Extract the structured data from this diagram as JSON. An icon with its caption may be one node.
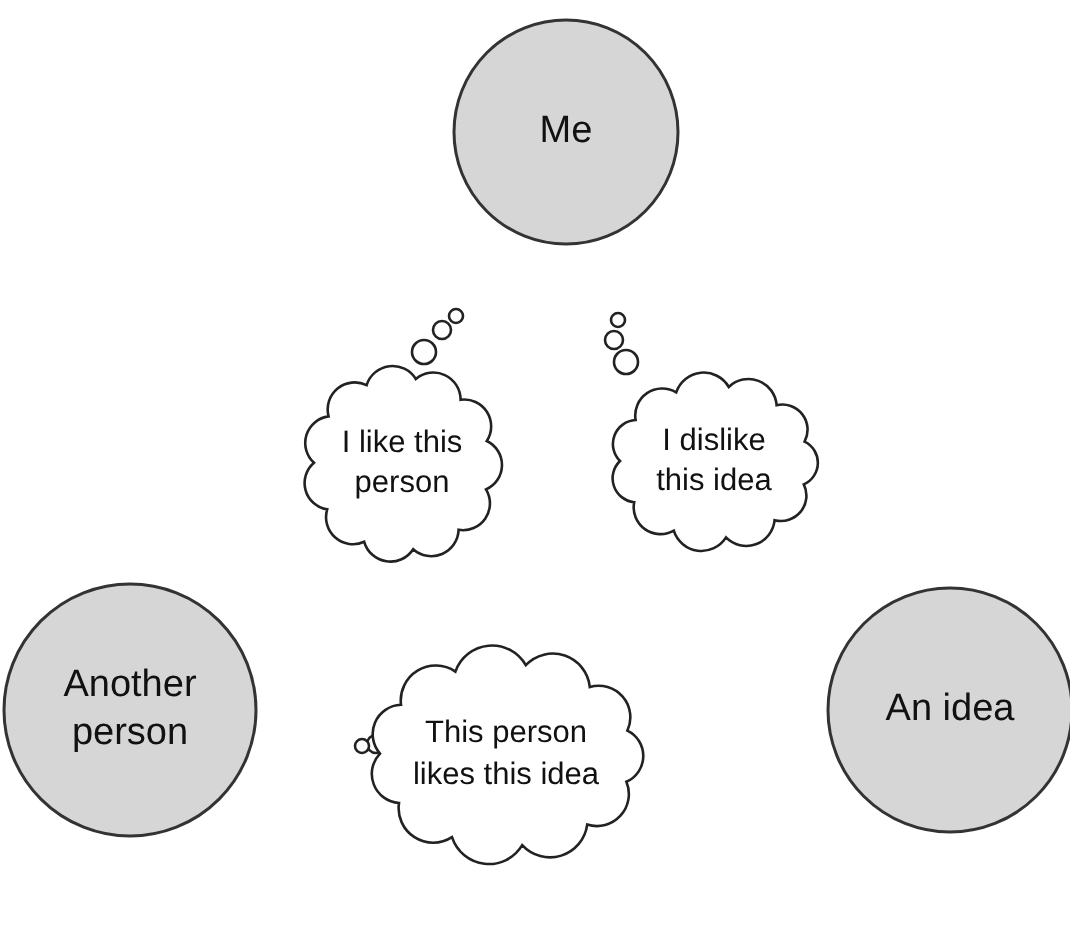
{
  "diagram": {
    "nodes": [
      {
        "text": [
          "Me"
        ]
      },
      {
        "text": [
          "I like this person"
        ]
      },
      {
        "text": [
          "I dislike this idea"
        ]
      },
      {
        "text": [
          "Another person"
        ]
      },
      {
        "text": [
          "This person likes this idea"
        ]
      },
      {
        "text": [
          "An idea"
        ]
      }
    ]
  }
}
